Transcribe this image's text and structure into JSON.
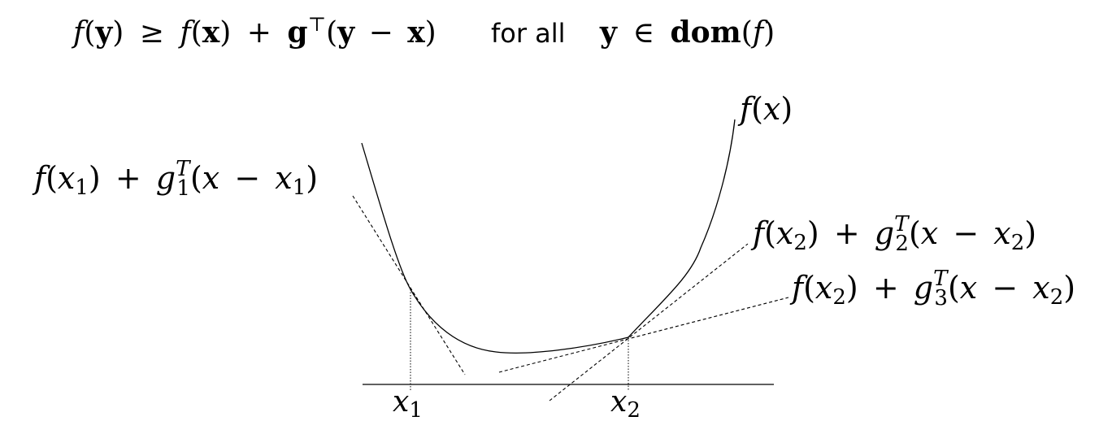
{
  "formula": {
    "lhs_f": "f",
    "lhs_arg": "y",
    "ge": "≥",
    "rhs_f": "f",
    "rhs_arg": "x",
    "plus": "+",
    "g": "g",
    "transpose": "⊤",
    "y": "y",
    "minus": "−",
    "x": "x",
    "for_all": "for all",
    "y2": "y",
    "in": "∈",
    "dom": "dom",
    "f2": "f"
  },
  "labels": {
    "curve": {
      "f": "f",
      "x": "x"
    },
    "tangent1": {
      "f": "f",
      "x1": "x",
      "sub1": "1",
      "g": "g",
      "gsub": "1",
      "gsup": "T",
      "x": "x",
      "xb": "x",
      "sub2": "1"
    },
    "tangent2": {
      "f": "f",
      "x1": "x",
      "sub1": "2",
      "g": "g",
      "gsub": "2",
      "gsup": "T",
      "x": "x",
      "xb": "x",
      "sub2": "2"
    },
    "tangent3": {
      "f": "f",
      "x1": "x",
      "sub1": "2",
      "g": "g",
      "gsub": "3",
      "gsup": "T",
      "x": "x",
      "xb": "x",
      "sub2": "2"
    },
    "axis_x1": {
      "x": "x",
      "sub": "1"
    },
    "axis_x2": {
      "x": "x",
      "sub": "2"
    }
  },
  "symbols": {
    "plus": "+",
    "minus": "−",
    "lparen": "(",
    "rparen": ")"
  }
}
